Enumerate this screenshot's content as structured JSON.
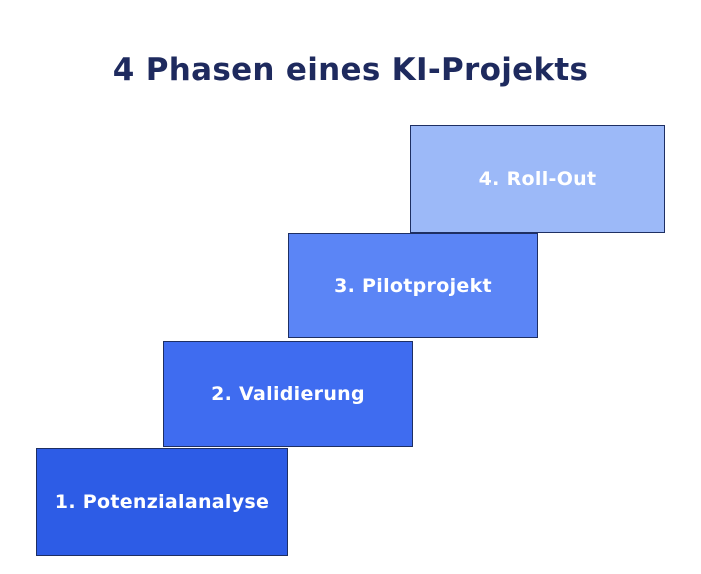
{
  "title": "4 Phasen eines KI-Projekts",
  "title_color": "#1e2a5e",
  "border_color": "#1e2f63",
  "background": "#ffffff",
  "phases": [
    {
      "label": "1. Potenzialanalyse",
      "color": "#2d5ce6"
    },
    {
      "label": "2. Validierung",
      "color": "#3f6cf0"
    },
    {
      "label": "3. Pilotprojekt",
      "color": "#5b85f6"
    },
    {
      "label": "4. Roll-Out",
      "color": "#9cb9f8"
    }
  ]
}
